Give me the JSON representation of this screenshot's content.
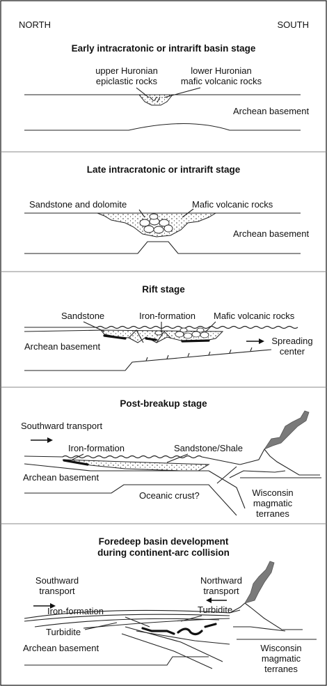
{
  "header": {
    "north": "NORTH",
    "south": "SOUTH"
  },
  "panels": [
    {
      "title": "Early intracratonic or intrarift basin stage",
      "labels": {
        "upper_huronian_1": "upper Huronian",
        "upper_huronian_2": "epiclastic rocks",
        "lower_huronian_1": "lower Huronian",
        "lower_huronian_2": "mafic volcanic rocks",
        "basement": "Archean basement"
      }
    },
    {
      "title": "Late intracratonic or intrarift stage",
      "labels": {
        "sandstone_dolomite": "Sandstone and dolomite",
        "mafic": "Mafic volcanic rocks",
        "basement": "Archean basement"
      }
    },
    {
      "title": "Rift stage",
      "labels": {
        "sandstone": "Sandstone",
        "iron_formation": "Iron-formation",
        "mafic": "Mafic volcanic rocks",
        "basement": "Archean basement",
        "spreading_1": "Spreading",
        "spreading_2": "center"
      }
    },
    {
      "title": "Post-breakup stage",
      "labels": {
        "southward": "Southward transport",
        "iron_formation": "Iron-formation",
        "sandstone_shale": "Sandstone/Shale",
        "basement": "Archean basement",
        "oceanic": "Oceanic crust?",
        "wisconsin_1": "Wisconsin",
        "wisconsin_2": "magmatic",
        "wisconsin_3": "terranes"
      }
    },
    {
      "title_1": "Foredeep basin development",
      "title_2": "during continent-arc collision",
      "labels": {
        "southward_1": "Southward",
        "southward_2": "transport",
        "northward_1": "Northward",
        "northward_2": "transport",
        "iron_formation": "Iron-formation",
        "turbidite_upper": "Turbidite",
        "turbidite_lower": "Turbidite",
        "basement": "Archean basement",
        "wisconsin_1": "Wisconsin",
        "wisconsin_2": "magmatic",
        "wisconsin_3": "terranes"
      }
    }
  ]
}
